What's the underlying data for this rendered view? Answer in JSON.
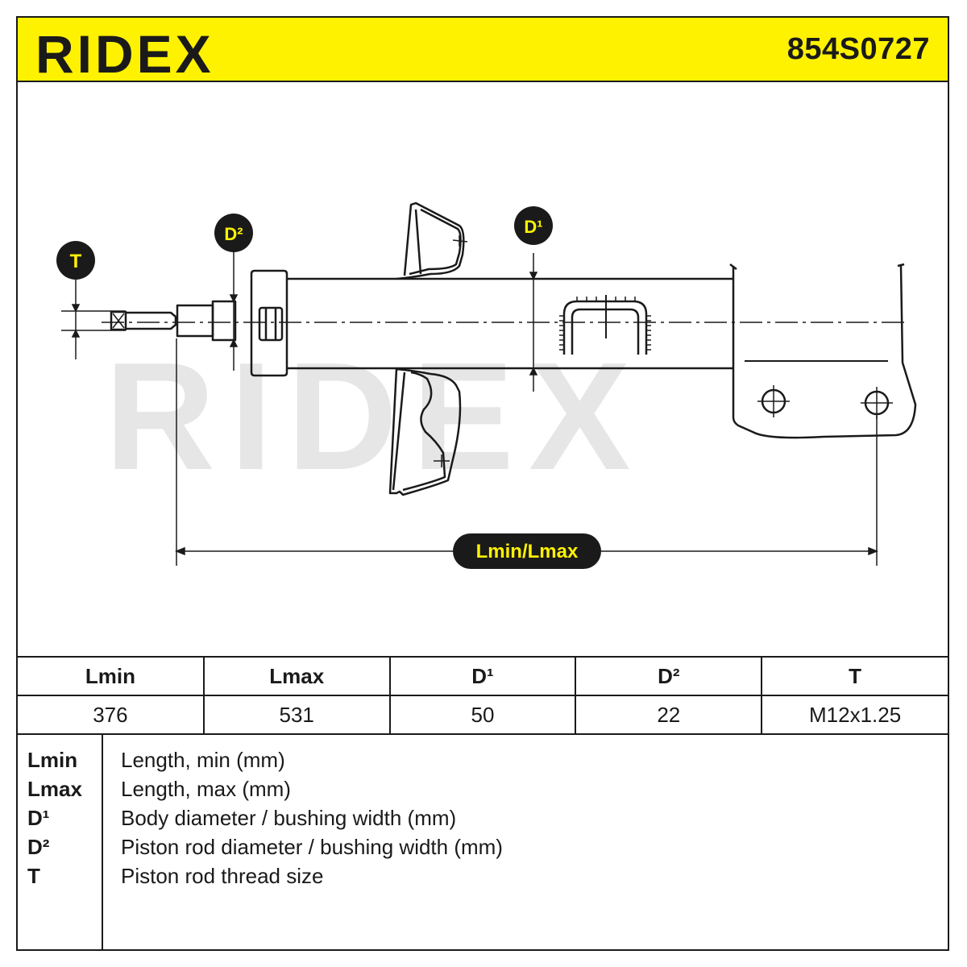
{
  "header": {
    "brand": "RIDEX",
    "part_number": "854S0727",
    "accent_color": "#fff200"
  },
  "drawing": {
    "watermark": "RIDEX",
    "labels": {
      "t": "T",
      "d2": "D²",
      "d1": "D¹",
      "length": "Lmin/Lmax"
    }
  },
  "specs": {
    "headers": [
      "Lmin",
      "Lmax",
      "D¹",
      "D²",
      "T"
    ],
    "values": [
      "376",
      "531",
      "50",
      "22",
      "M12x1.25"
    ]
  },
  "legend": [
    {
      "key": "Lmin",
      "desc": "Length, min (mm)"
    },
    {
      "key": "Lmax",
      "desc": "Length, max (mm)"
    },
    {
      "key": "D¹",
      "desc": "Body diameter / bushing width (mm)"
    },
    {
      "key": "D²",
      "desc": "Piston rod diameter / bushing width (mm)"
    },
    {
      "key": "T",
      "desc": "Piston rod thread size"
    }
  ]
}
